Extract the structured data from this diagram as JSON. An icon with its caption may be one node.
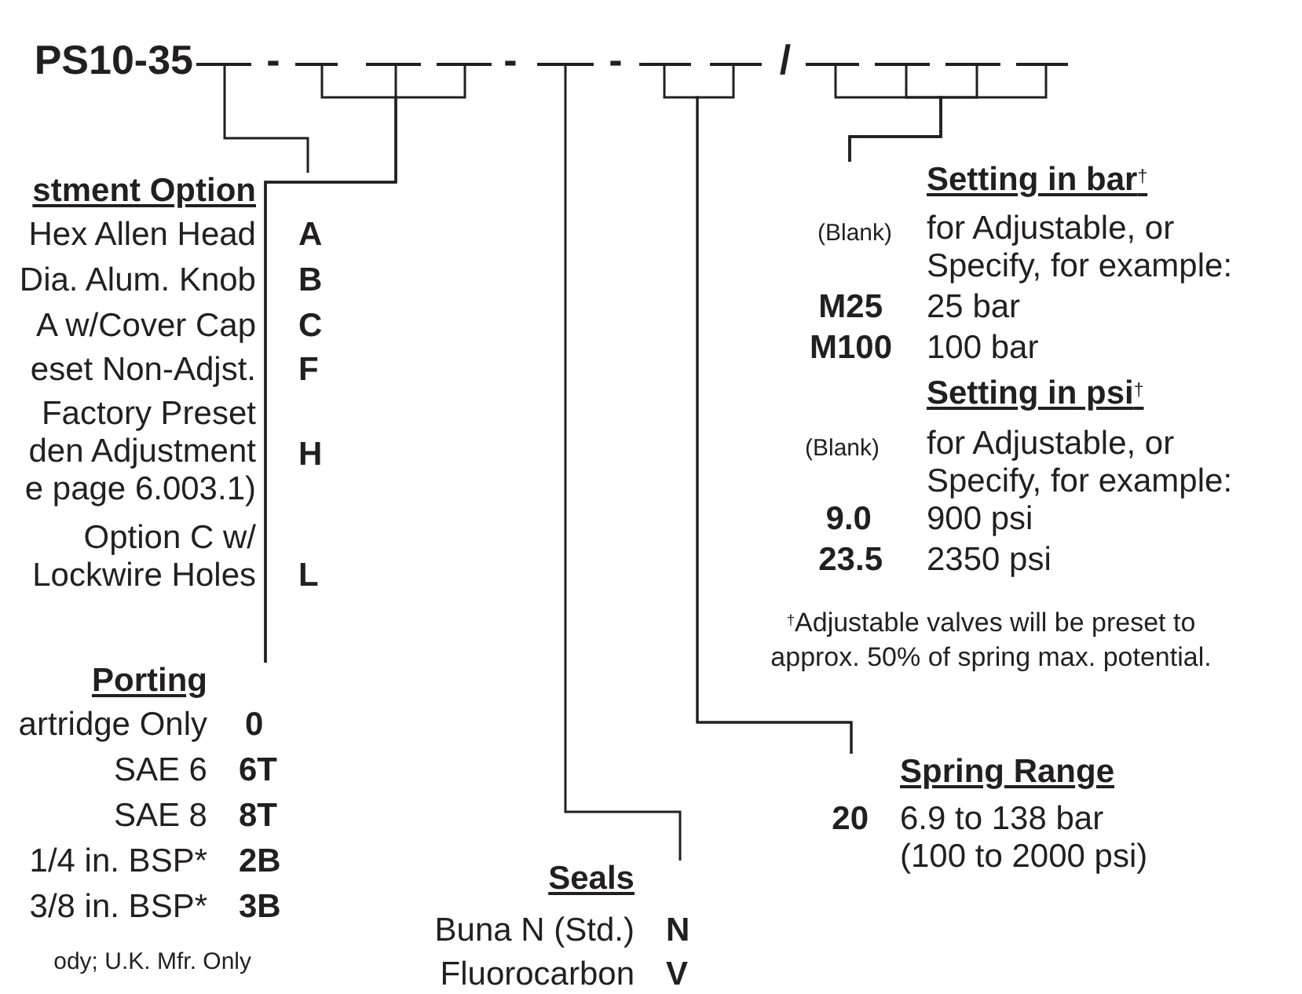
{
  "diagram": {
    "nodes": [
      {
        "text": [],
        "shape": "bar"
      },
      {
        "text": [],
        "shape": "bar"
      },
      {
        "text": [],
        "shape": "bar"
      },
      {
        "text": [],
        "shape": "bar"
      },
      {
        "text": [],
        "shape": "bar"
      },
      {
        "text": [],
        "shape": "bar"
      },
      {
        "text": [],
        "shape": "bar"
      },
      {
        "text": [],
        "shape": "bar"
      },
      {
        "text": [],
        "shape": "bar"
      },
      {
        "text": [],
        "shape": "bar"
      },
      {
        "text": [],
        "shape": "bar"
      },
      {
        "text": [
          "stment Option"
        ]
      },
      {
        "text": [
          "Porting"
        ]
      },
      {
        "text": [
          "Seals"
        ]
      },
      {
        "text": [
          "Spring Range"
        ]
      },
      {
        "text": [
          "Setting in bar$^{†}$"
        ]
      }
    ],
    "edges": [
      {
        "from": 0,
        "to": 11,
        "arrow": "none"
      },
      {
        "from": 1,
        "to": 12,
        "arrow": "none"
      },
      {
        "from": 2,
        "to": 12,
        "arrow": "none"
      },
      {
        "from": 3,
        "to": 12,
        "arrow": "none"
      },
      {
        "from": 4,
        "to": 13,
        "arrow": "none"
      },
      {
        "from": 5,
        "to": 14,
        "arrow": "none"
      },
      {
        "from": 6,
        "to": 14,
        "arrow": "none"
      },
      {
        "from": 7,
        "to": 15,
        "arrow": "none"
      },
      {
        "from": 8,
        "to": 15,
        "arrow": "none"
      },
      {
        "from": 9,
        "to": 15,
        "arrow": "none"
      },
      {
        "from": 10,
        "to": 15,
        "arrow": "none"
      }
    ],
    "labels": [
      "PS10-35",
      "-",
      "-",
      "-",
      "/",
      "Hex Allen Head",
      "A",
      "Dia. Alum. Knob",
      "B",
      "A w/Cover Cap",
      "C",
      "eset Non-Adjst.",
      "F",
      "Factory Preset den Adjustment e page 6.003.1)",
      "H",
      "Option C w/ Lockwire Holes",
      "L",
      "(Blank)",
      "for Adjustable, or Specify, for example:",
      "M25",
      "25 bar",
      "M100",
      "100 bar",
      "Setting in psi$^{†}$",
      "(Blank)",
      "for Adjustable, or Specify, for example:",
      "9.0",
      "900 psi",
      "23.5",
      "2350 psi",
      "$^{†}$Adjustable valves will be preset to approx. 50% of spring max. potential.",
      "artridge Only",
      "0",
      "SAE 6",
      "6T",
      "SAE 8",
      "8T",
      "1/4 in. BSP*",
      "2B",
      "3/8 in. BSP*",
      "3B",
      "ody; U.K. Mfr. Only",
      "20",
      "6.9 to 138 bar (100 to 2000 psi)",
      "Buna N (Std.)",
      "N",
      "Fluorocarbon",
      "V"
    ]
  }
}
